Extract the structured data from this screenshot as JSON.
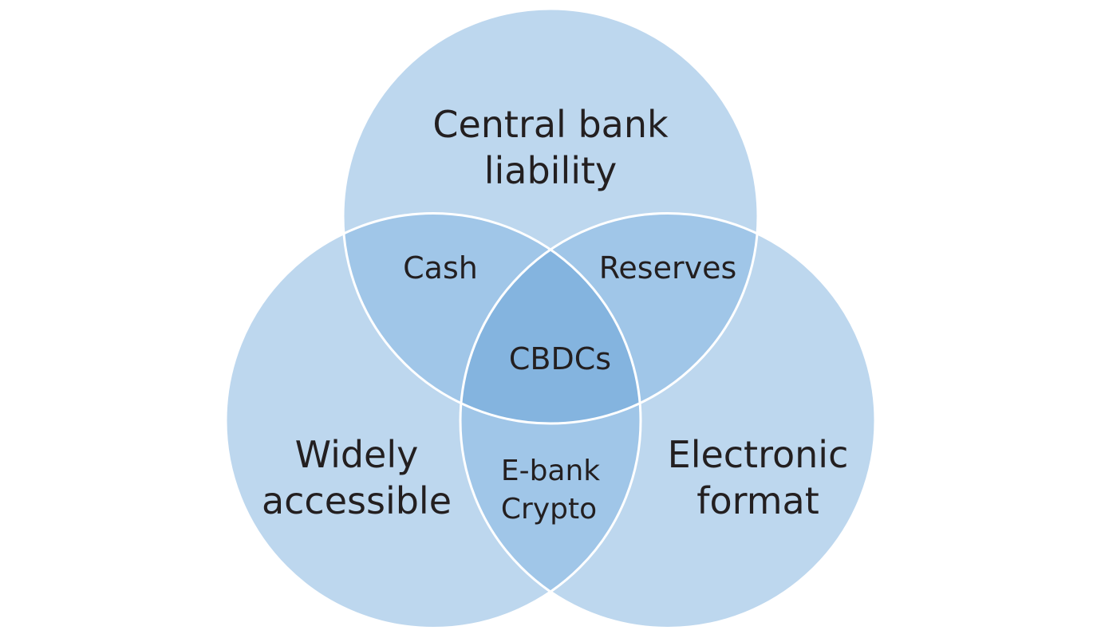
{
  "diagram": {
    "type": "venn-3",
    "colors": {
      "single": "#BDD7EE",
      "double": "#A0C6E8",
      "triple": "#84B4DF",
      "outline": "#FFFFFF",
      "text": "#231F20"
    },
    "sets": {
      "top": {
        "line1": "Central bank",
        "line2": "liability"
      },
      "left": {
        "line1": "Widely",
        "line2": "accessible"
      },
      "right": {
        "line1": "Electronic",
        "line2": "format"
      }
    },
    "intersections": {
      "top_left": "Cash",
      "top_right": "Reserves",
      "left_right": {
        "line1": "E-bank",
        "line2": "Crypto"
      },
      "all": "CBDCs"
    }
  }
}
